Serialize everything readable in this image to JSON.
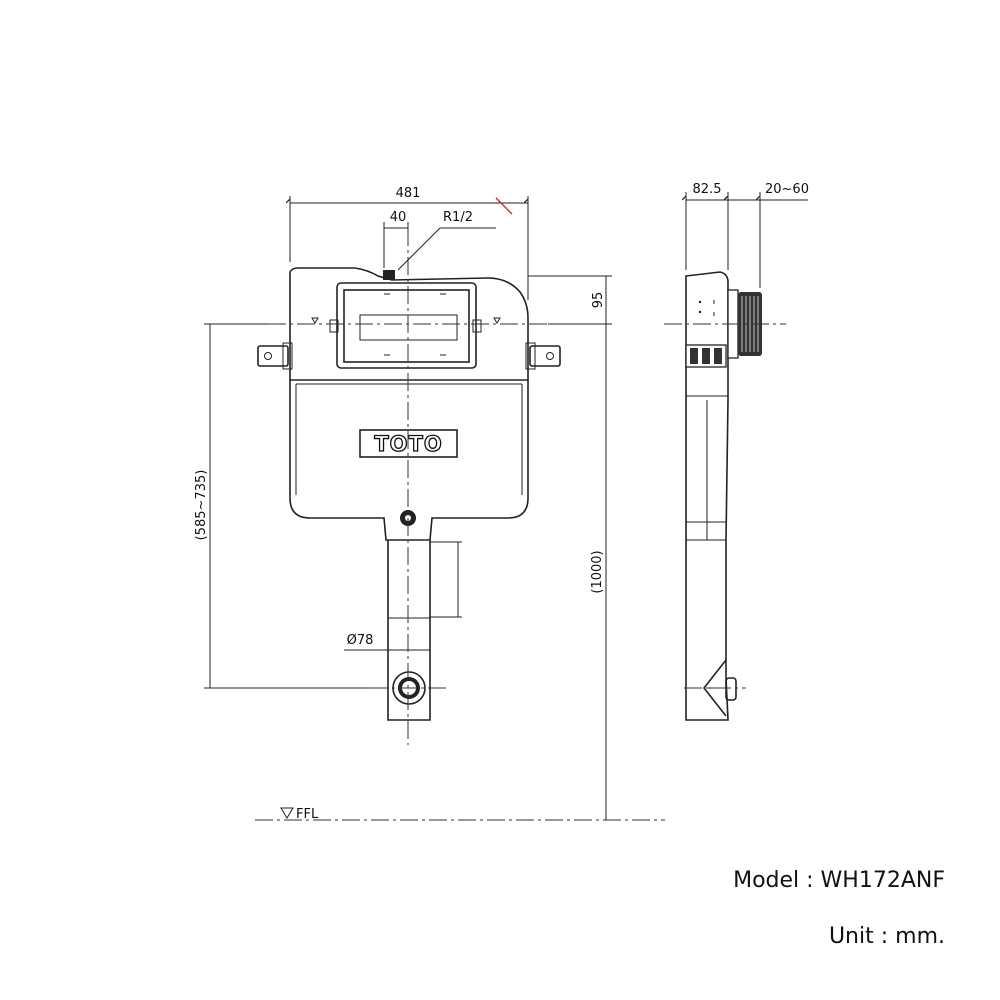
{
  "brand": {
    "logo_text": "TOTO",
    "accent": "#cc2222"
  },
  "dimensions": {
    "width": "481",
    "inlet_offset": "40",
    "inlet_thread": "R1/2",
    "top_offset": "95",
    "adjust_range": "(585~735)",
    "total_height": "(1000)",
    "pipe_diameter": "Ø78",
    "depth": "82.5",
    "wall_range": "20~60"
  },
  "floor_label": "FFL",
  "info": {
    "model": "Model : WH172ANF",
    "unit": "Unit : mm."
  }
}
